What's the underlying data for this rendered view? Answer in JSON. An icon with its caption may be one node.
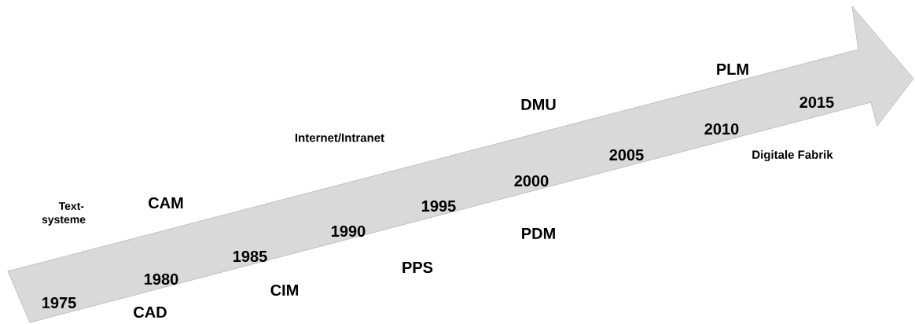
{
  "diagram": {
    "nodes": [
      {
        "text": [
          "1975",
          "1980",
          "1985",
          "1990",
          "1995",
          "2000",
          "2005",
          "2010",
          "2015"
        ]
      }
    ],
    "labels": [
      "PLM",
      "DMU",
      "Internet/Intranet",
      "Digitale Fabrik",
      "Text- systeme",
      "CAM",
      "PDM",
      "PPS",
      "CIM",
      "CAD"
    ]
  }
}
